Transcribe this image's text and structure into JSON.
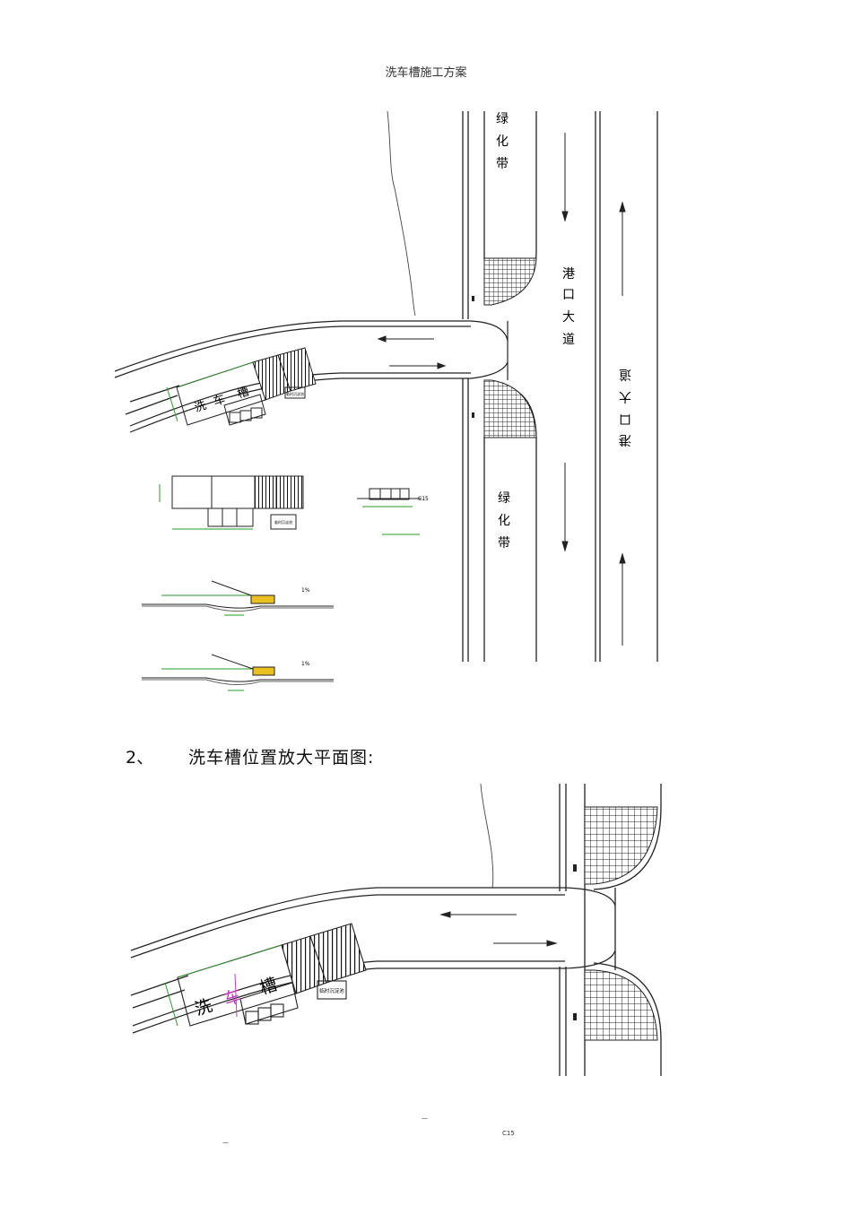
{
  "header": {
    "title": "洗车槽施工方案"
  },
  "site_plan": {
    "greenbelt_top": [
      "绿",
      "化",
      "带"
    ],
    "greenbelt_bottom": [
      "绿",
      "化",
      "带"
    ],
    "road_name": [
      "港",
      "口",
      "大",
      "道"
    ],
    "road_name_flipped": [
      "港",
      "口",
      "大",
      "道"
    ],
    "wash_trough": [
      "洗",
      "车",
      "槽"
    ],
    "small_box_label": "临时沉淀池",
    "detail_c15": "C15",
    "slope_label": "1%",
    "slope_label_2": "1%"
  },
  "section2": {
    "number": "2、",
    "title": "洗车槽位置放大平面图:"
  },
  "enlarged_plan": {
    "wash_trough": [
      "洗",
      "车",
      "槽"
    ],
    "small_box_label": "临时沉淀池"
  },
  "footer_notes": {
    "c15": "C15",
    "mark_a": "—",
    "mark_b": "—"
  },
  "colors": {
    "line": "#222222",
    "dim_green": "#2a9a2a",
    "magenta": "#c040c0",
    "yellow": "#e8c020"
  }
}
